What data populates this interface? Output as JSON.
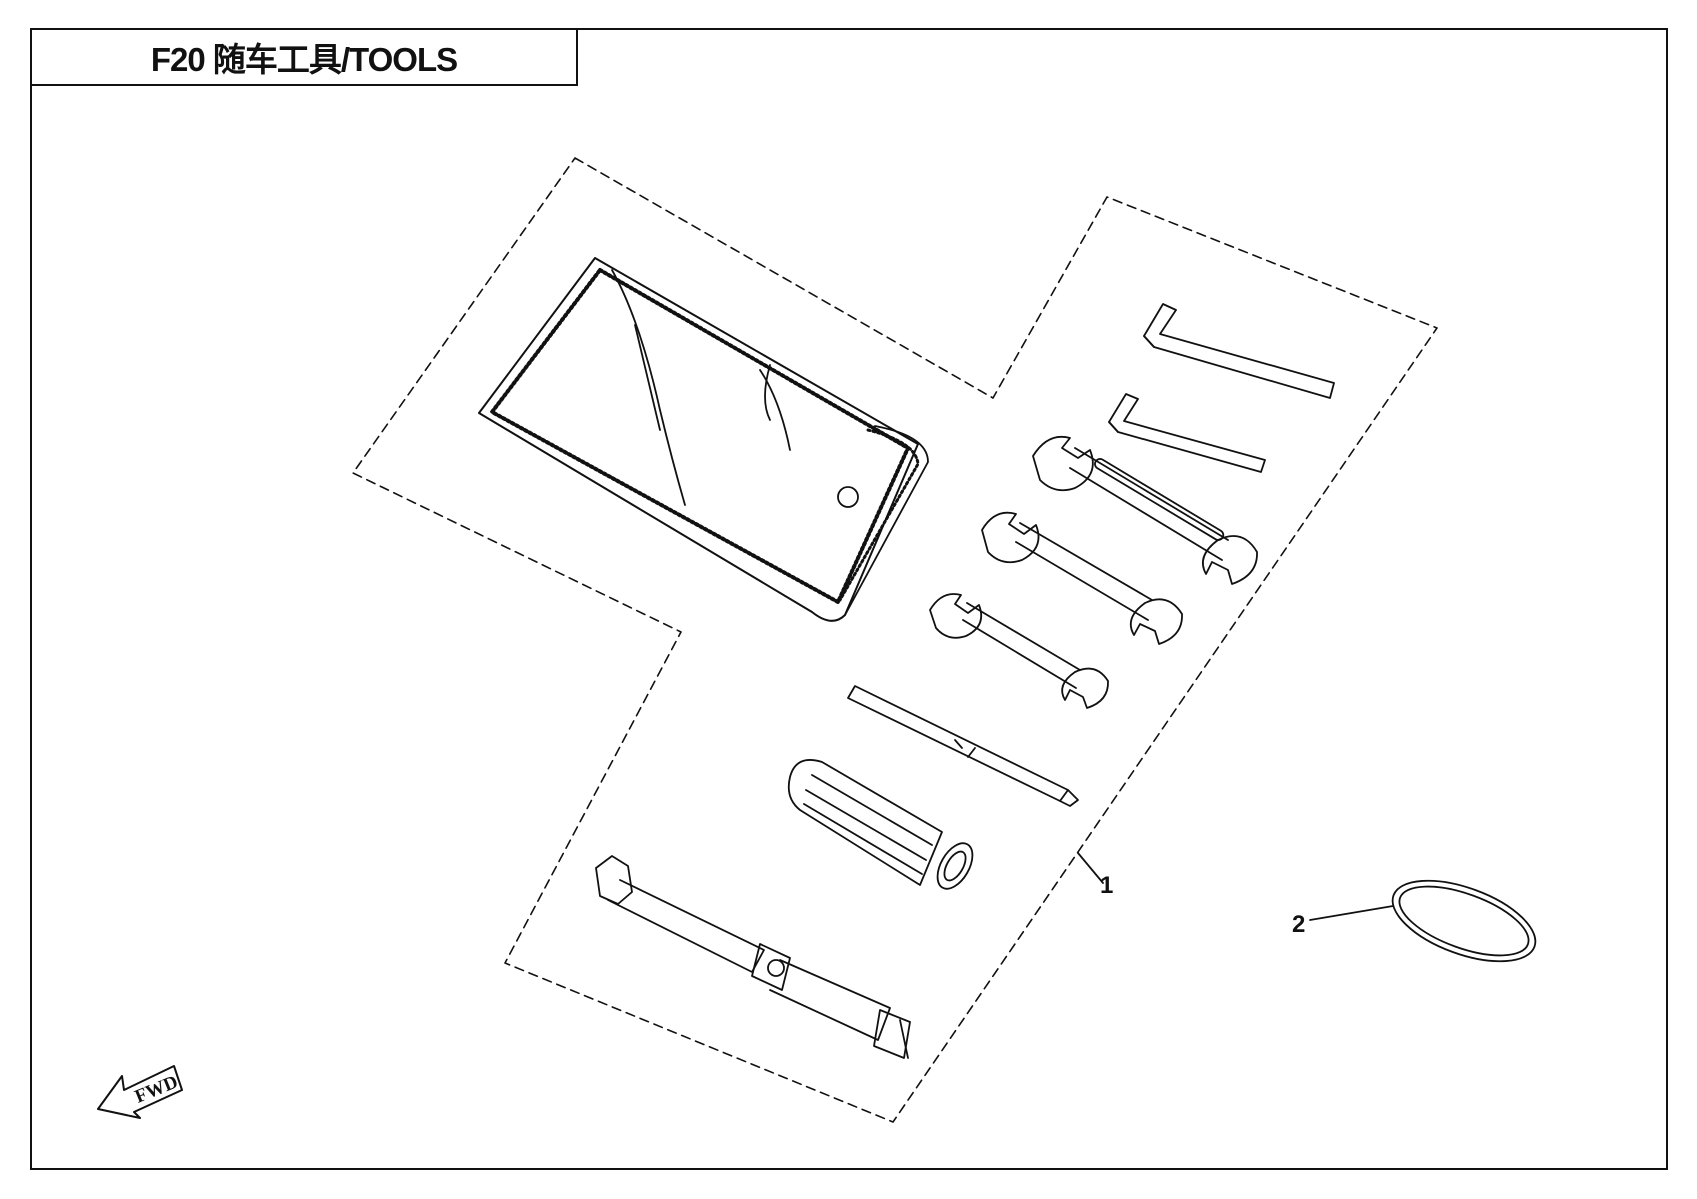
{
  "title": "F20  随车工具/TOOLS",
  "callouts": [
    {
      "number": "1"
    },
    {
      "number": "2"
    }
  ],
  "direction_marker": "FWD",
  "colors": {
    "line": "#111111",
    "background": "#ffffff"
  }
}
